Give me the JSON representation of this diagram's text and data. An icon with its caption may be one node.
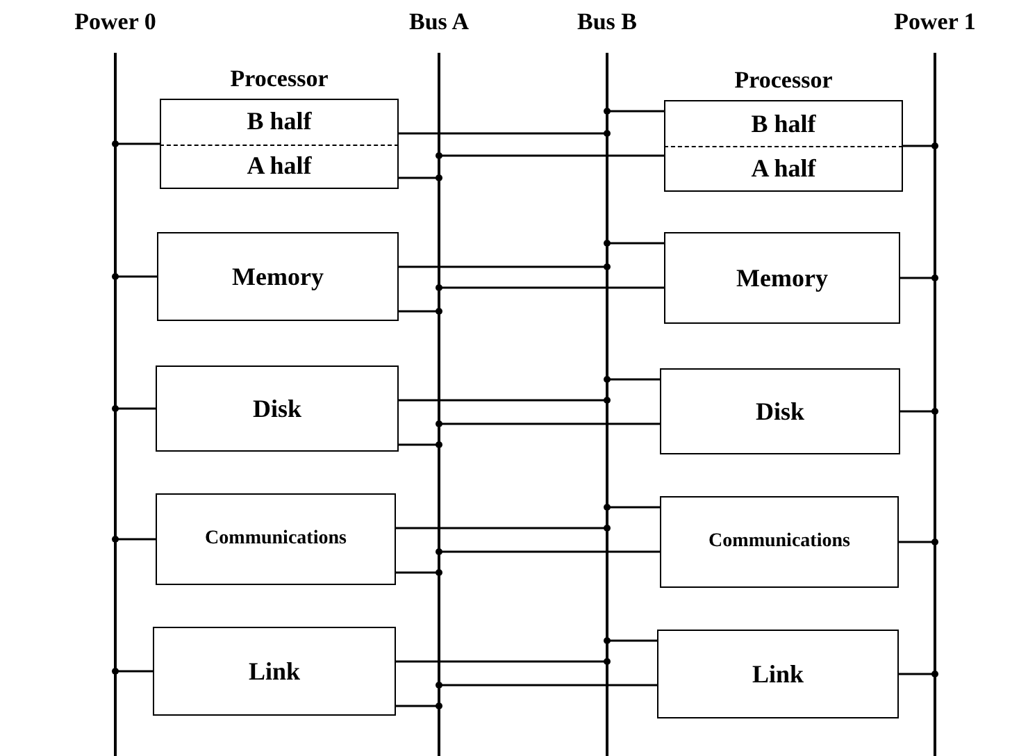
{
  "diagram": {
    "nodes": [
      {
        "text": [
          "Power 0"
        ]
      },
      {
        "text": [
          "Bus A"
        ]
      },
      {
        "text": [
          "Bus B"
        ]
      },
      {
        "text": [
          "Power 1"
        ]
      },
      {
        "text": [
          "Processor"
        ]
      },
      {
        "text": [
          "B half"
        ],
        "in": 4
      },
      {
        "text": [
          "A half"
        ],
        "in": 4
      },
      {
        "text": [
          "Processor"
        ]
      },
      {
        "text": [
          "B half"
        ],
        "in": 7
      },
      {
        "text": [
          "A half"
        ],
        "in": 7
      },
      {
        "text": [
          "Memory"
        ]
      },
      {
        "text": [
          "Memory"
        ]
      },
      {
        "text": [
          "Disk"
        ]
      },
      {
        "text": [
          "Disk"
        ]
      },
      {
        "text": [
          "Communications"
        ]
      },
      {
        "text": [
          "Communications"
        ]
      },
      {
        "text": [
          "Link"
        ]
      },
      {
        "text": [
          "Link"
        ]
      }
    ],
    "edges": [
      {
        "from": 4,
        "to": 0,
        "arrow": "other"
      },
      {
        "from": 5,
        "to": 2,
        "arrow": "other"
      },
      {
        "from": 6,
        "to": 1,
        "arrow": "other"
      },
      {
        "from": 8,
        "to": 2,
        "arrow": "other"
      },
      {
        "from": 9,
        "to": 1,
        "arrow": "other"
      },
      {
        "from": 7,
        "to": 3,
        "arrow": "other"
      },
      {
        "from": 10,
        "to": 0,
        "arrow": "other"
      },
      {
        "from": 10,
        "to": 2,
        "arrow": "other"
      },
      {
        "from": 10,
        "to": 1,
        "arrow": "other"
      },
      {
        "from": 11,
        "to": 2,
        "arrow": "other"
      },
      {
        "from": 11,
        "to": 1,
        "arrow": "other"
      },
      {
        "from": 11,
        "to": 3,
        "arrow": "other"
      },
      {
        "from": 12,
        "to": 0,
        "arrow": "other"
      },
      {
        "from": 12,
        "to": 2,
        "arrow": "other"
      },
      {
        "from": 12,
        "to": 1,
        "arrow": "other"
      },
      {
        "from": 13,
        "to": 2,
        "arrow": "other"
      },
      {
        "from": 13,
        "to": 1,
        "arrow": "other"
      },
      {
        "from": 13,
        "to": 3,
        "arrow": "other"
      },
      {
        "from": 14,
        "to": 0,
        "arrow": "other"
      },
      {
        "from": 14,
        "to": 2,
        "arrow": "other"
      },
      {
        "from": 14,
        "to": 1,
        "arrow": "other"
      },
      {
        "from": 15,
        "to": 2,
        "arrow": "other"
      },
      {
        "from": 15,
        "to": 1,
        "arrow": "other"
      },
      {
        "from": 15,
        "to": 3,
        "arrow": "other"
      },
      {
        "from": 16,
        "to": 0,
        "arrow": "other"
      },
      {
        "from": 16,
        "to": 2,
        "arrow": "other"
      },
      {
        "from": 16,
        "to": 1,
        "arrow": "other"
      },
      {
        "from": 17,
        "to": 2,
        "arrow": "other"
      },
      {
        "from": 17,
        "to": 1,
        "arrow": "other"
      },
      {
        "from": 17,
        "to": 3,
        "arrow": "other"
      }
    ]
  }
}
